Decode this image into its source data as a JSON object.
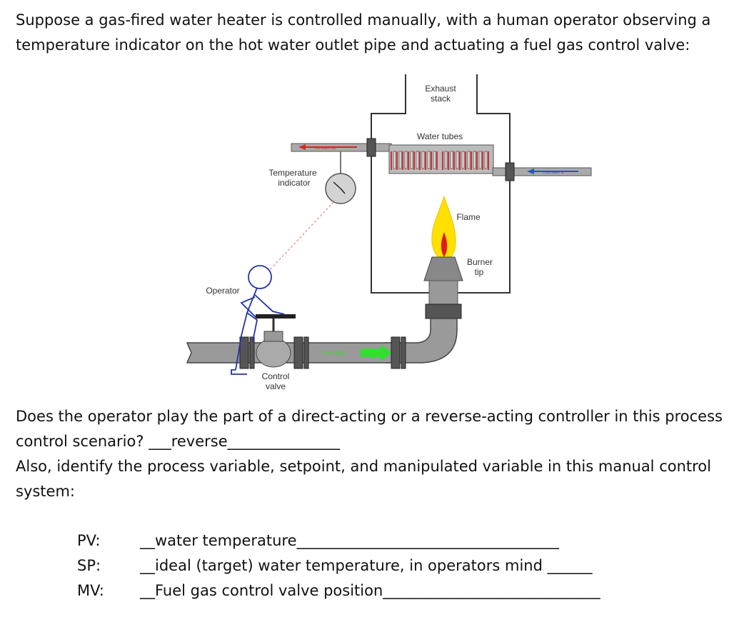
{
  "intro_text": "Suppose a gas-fired water heater is controlled manually, with a human operator observing a temperature indicator on the hot water outlet pipe and actuating a fuel gas control valve:",
  "diagram": {
    "exhaust_stack": "Exhaust",
    "exhaust_stack_2": "stack",
    "water_tubes": "Water tubes",
    "temperature_indicator": "Temperature",
    "temperature_indicator_2": "indicator",
    "flame": "Flame",
    "burner_tip": "Burner",
    "burner_tip_2": "tip",
    "operator": "Operator",
    "control_valve": "Control",
    "control_valve_2": "valve",
    "hot_water_out": "Hot water out",
    "cold_water_in": "Cold water in",
    "fuel_gas": "Fuel gas"
  },
  "question": {
    "text": "Does the operator play the part of a direct-acting or a reverse-acting controller in this process control scenario? ",
    "answer": "___reverse_______________"
  },
  "also_text": "Also, identify the process variable, setpoint, and manipulated variable in this manual control system:",
  "answers": [
    {
      "label": "PV:",
      "value": "__water temperature___________________________________"
    },
    {
      "label": "SP:",
      "value": "__ideal (target) water temperature, in operators mind ______"
    },
    {
      "label": "MV:",
      "value": "__Fuel gas control valve position_____________________________"
    }
  ]
}
